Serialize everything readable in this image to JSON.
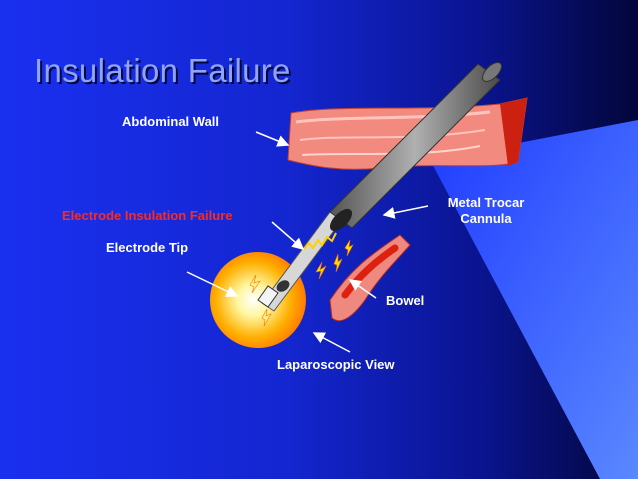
{
  "slide": {
    "title": "Insulation Failure",
    "colors": {
      "background_left": "#1a30f0",
      "background_right": "#03063a",
      "title": "#8fa3ff",
      "label": "#ffffff",
      "failure_label": "#ff2a1a",
      "tissue": "#f08a82",
      "cannula": "#7d7d7d",
      "spark": "#ffe000"
    }
  },
  "labels": {
    "abdominal_wall": "Abdominal Wall",
    "insulation_failure": "Electrode Insulation Failure",
    "electrode_tip": "Electrode Tip",
    "trocar_line1": "Metal Trocar",
    "trocar_line2": "Cannula",
    "bowel": "Bowel",
    "laparoscopic_view": "Laparoscopic View"
  },
  "icons": {
    "spark": "lightning-bolt",
    "cannula": "cylinder",
    "electrode_tip": "glowing-sphere"
  }
}
